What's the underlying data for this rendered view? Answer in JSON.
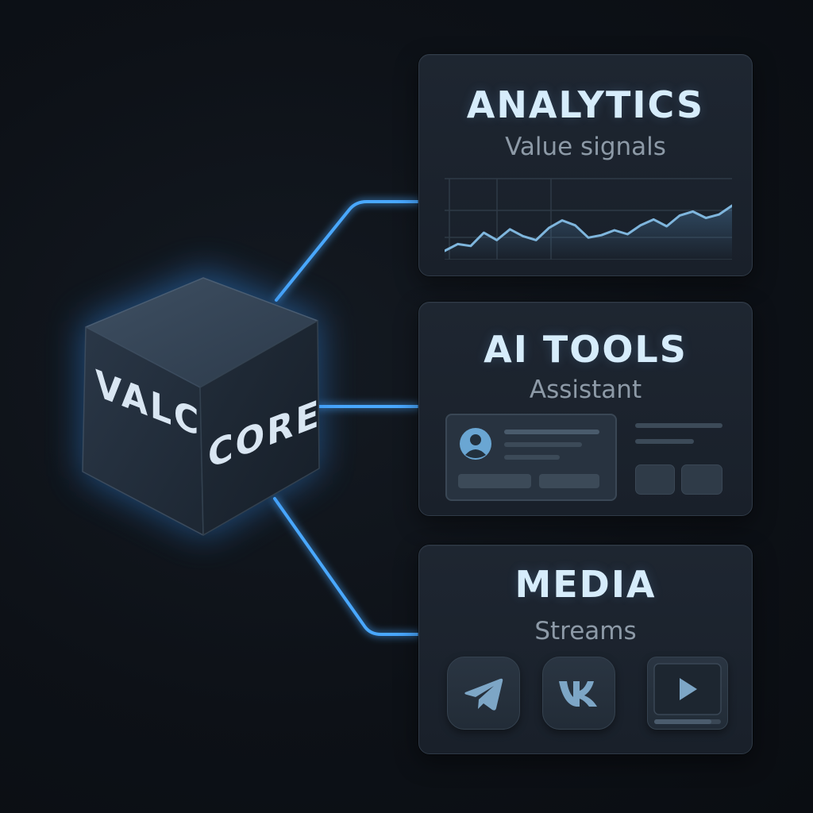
{
  "core": {
    "label_left": "VALC",
    "label_right": "CORE"
  },
  "analytics": {
    "title": "ANALYTICS",
    "subtitle": "Value signals",
    "trend": [
      0.08,
      0.22,
      0.18,
      0.45,
      0.3,
      0.52,
      0.38,
      0.3,
      0.55,
      0.7,
      0.6,
      0.35,
      0.4,
      0.5,
      0.42,
      0.6,
      0.72,
      0.58,
      0.8,
      0.88,
      0.75,
      0.82,
      1.0
    ]
  },
  "ai_tools": {
    "title": "AI TOOLS",
    "subtitle": "Assistant"
  },
  "media": {
    "title": "MEDIA",
    "subtitle": "Streams",
    "icons": [
      "telegram-icon",
      "vk-icon",
      "video-player-icon"
    ]
  },
  "colors": {
    "accent": "#4aa8ff",
    "card_bg": "#1c2430",
    "title_text": "#d6ecfb",
    "subtitle_text": "#8d9aa7",
    "line": "#7fb6dd"
  }
}
